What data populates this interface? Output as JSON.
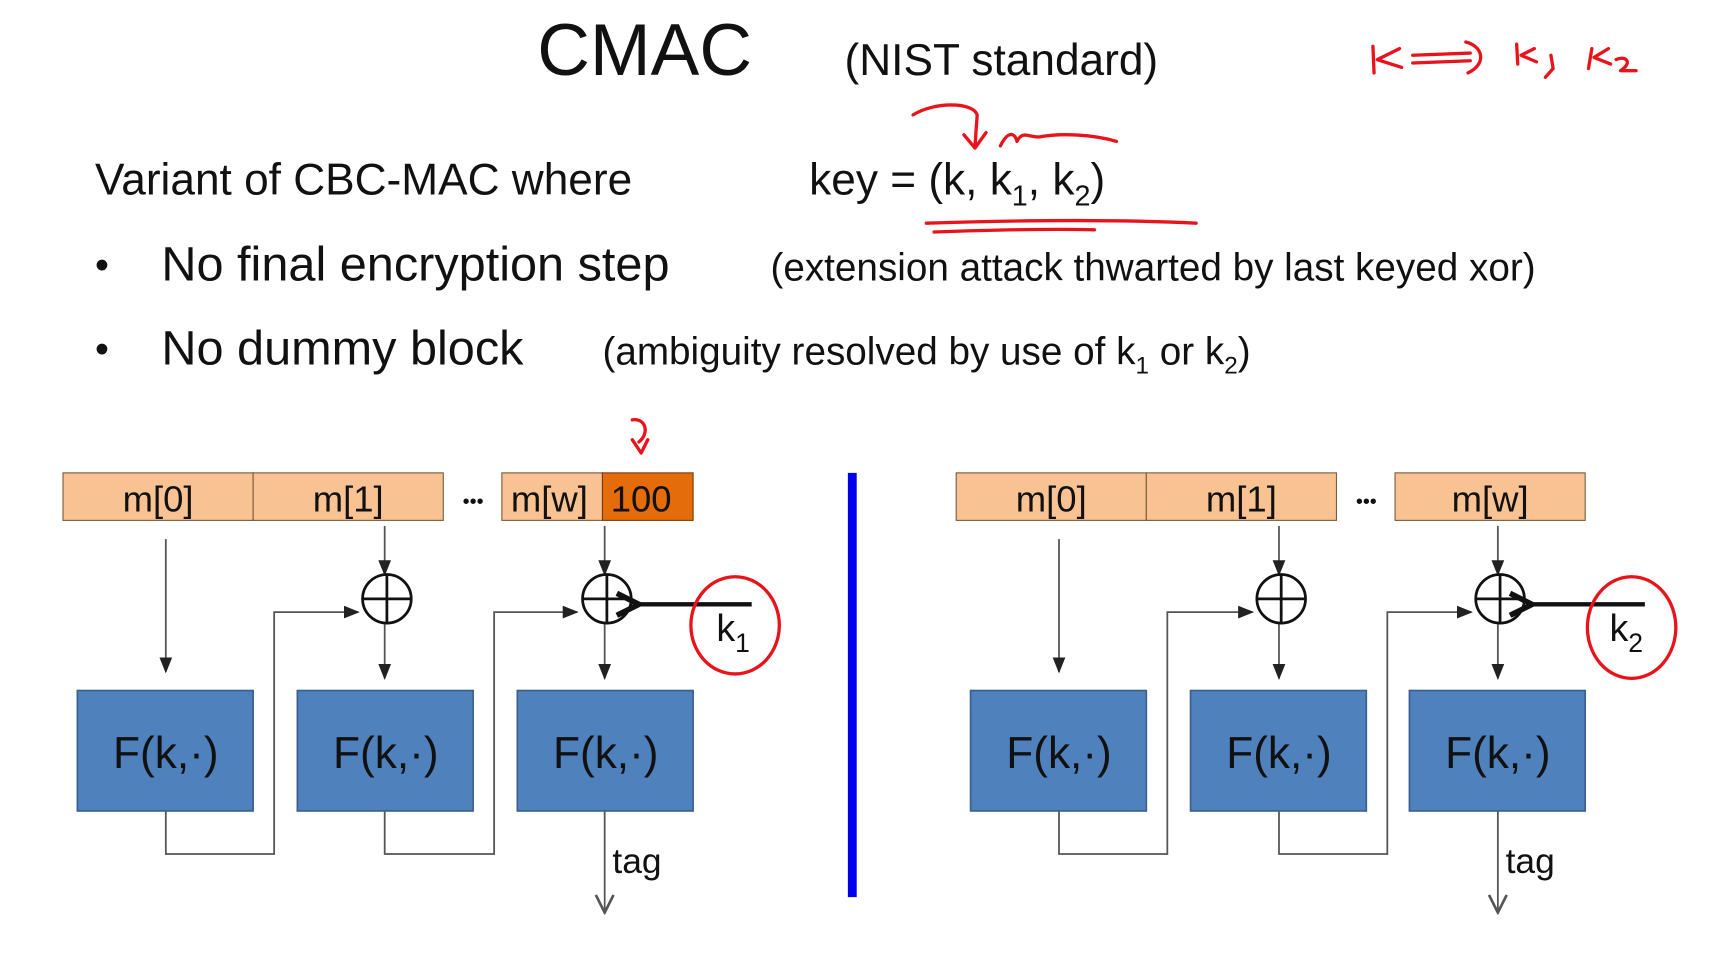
{
  "slide": {
    "title": "CMAC",
    "subtitle": "(NIST standard)",
    "intro": "Variant of CBC-MAC where",
    "key_expr": {
      "prefix": "key = (k, k",
      "sub1": "1",
      "mid": ", k",
      "sub2": "2",
      "suffix": ")"
    },
    "bullets": [
      {
        "main": "No final encryption step",
        "note": "(extension attack thwarted by last keyed xor)"
      },
      {
        "main": "No dummy block",
        "note_prefix": "(ambiguity resolved by use of k",
        "sub1": "1",
        "note_mid": " or k",
        "sub2": "2",
        "note_suffix": ")"
      }
    ]
  },
  "annotations": {
    "top_right": "K ⟹ K₁, K₂"
  },
  "colors": {
    "block_fill": "#f8c292",
    "pad_fill": "#e46c0a",
    "prf_fill": "#4f81bd",
    "divider": "#0000ee",
    "ink": "#e8131b"
  },
  "diagrams": [
    {
      "blocks": [
        "m[0]",
        "m[1]",
        "m[w]"
      ],
      "pad": "100",
      "dots": "•••",
      "prf_label": "F(k,·)",
      "key_label": "k",
      "key_sub": "1",
      "output_label": "tag"
    },
    {
      "blocks": [
        "m[0]",
        "m[1]",
        "m[w]"
      ],
      "dots": "•••",
      "prf_label": "F(k,·)",
      "key_label": "k",
      "key_sub": "2",
      "output_label": "tag"
    }
  ]
}
